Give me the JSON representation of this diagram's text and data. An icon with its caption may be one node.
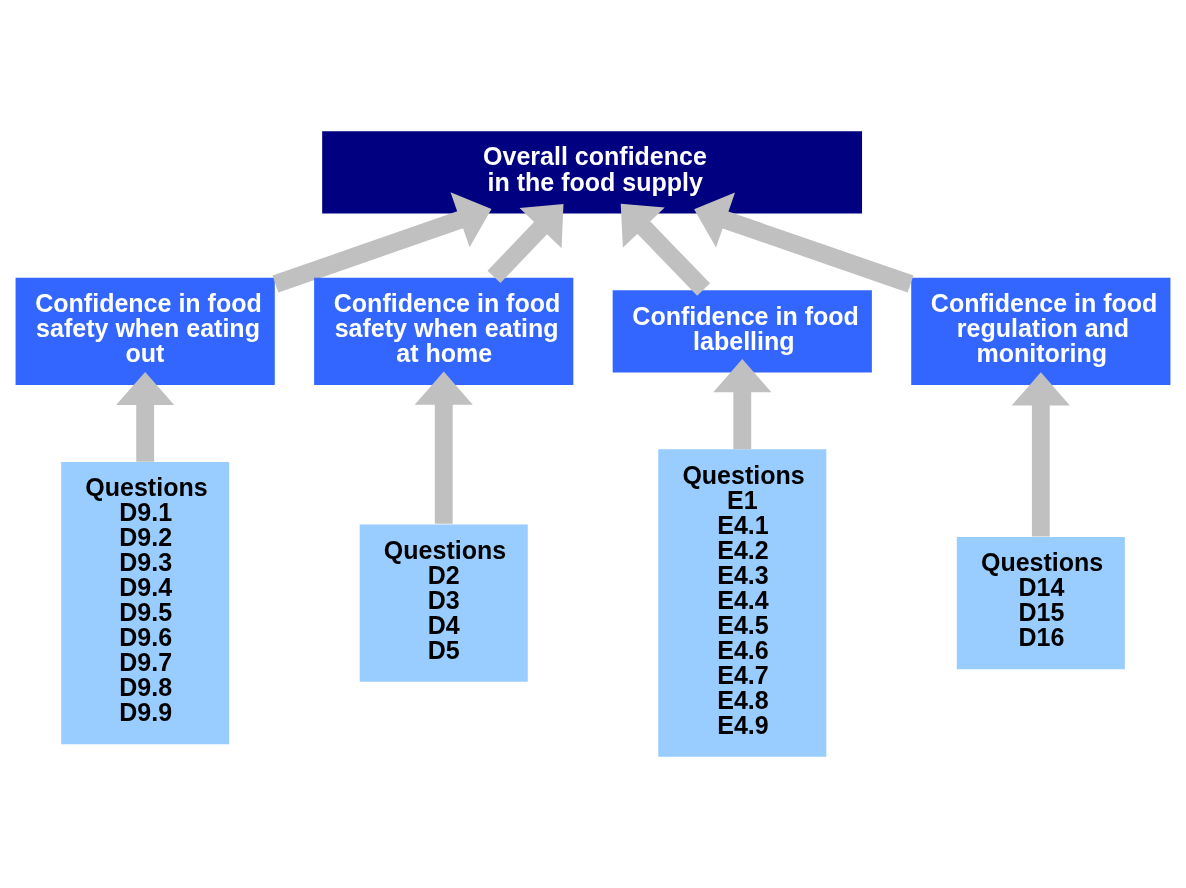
{
  "diagram": {
    "nodes": [
      {
        "text": [
          "Overall confidence in the food supply"
        ]
      },
      {
        "text": [
          "Confidence in food safety when eating out"
        ]
      },
      {
        "text": [
          "Confidence in food safety when eating at home"
        ]
      },
      {
        "text": [
          "Confidence in food labelling"
        ]
      },
      {
        "text": [
          "Confidence in food regulation and monitoring"
        ]
      },
      {
        "text": [
          "Questions",
          "D9.1",
          "D9.2",
          "D9.3",
          "D9.4",
          "D9.5",
          "D9.6",
          "D9.7",
          "D9.8",
          "D9.9"
        ]
      },
      {
        "text": [
          "Questions",
          "D2",
          "D3",
          "D4",
          "D5"
        ]
      },
      {
        "text": [
          "Questions",
          "E1",
          "E4.1",
          "E4.2",
          "E4.3",
          "E4.4",
          "E4.5",
          "E4.6",
          "E4.7",
          "E4.8",
          "E4.9"
        ]
      },
      {
        "text": [
          "Questions",
          "D14",
          "D15",
          "D16"
        ]
      }
    ],
    "edges": [
      {
        "from": 1,
        "to": 0,
        "arrow": "to"
      },
      {
        "from": 2,
        "to": 0,
        "arrow": "to"
      },
      {
        "from": 3,
        "to": 0,
        "arrow": "to"
      },
      {
        "from": 4,
        "to": 0,
        "arrow": "to"
      },
      {
        "from": 5,
        "to": 1,
        "arrow": "to"
      },
      {
        "from": 6,
        "to": 2,
        "arrow": "to"
      },
      {
        "from": 7,
        "to": 3,
        "arrow": "to"
      },
      {
        "from": 8,
        "to": 4,
        "arrow": "to"
      }
    ]
  }
}
